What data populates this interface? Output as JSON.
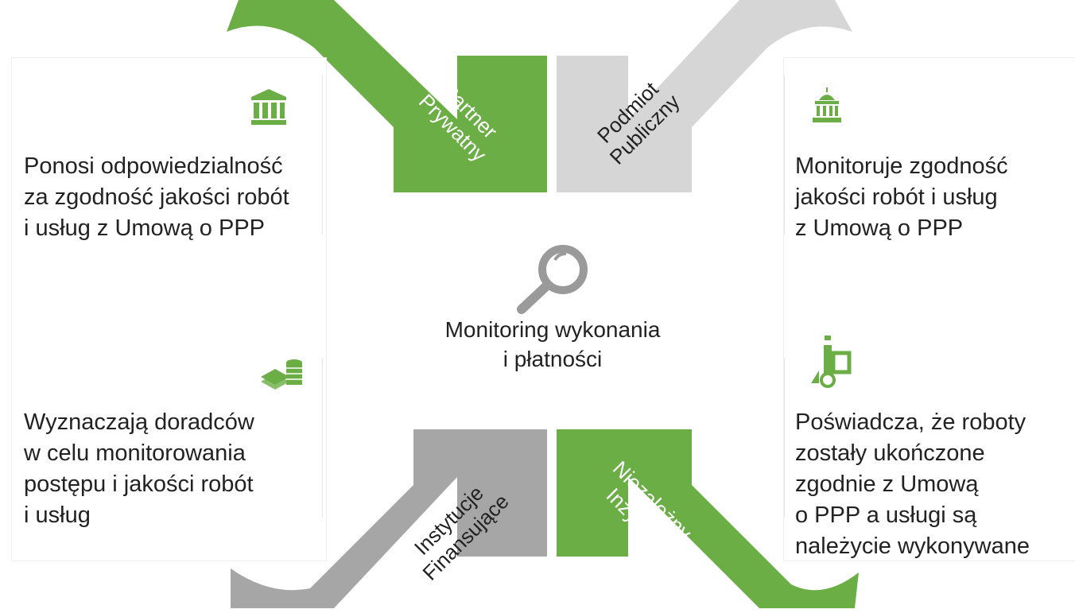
{
  "arrows": {
    "top_left": {
      "label": "Partner\nPrywatny",
      "color": "#6aae45"
    },
    "top_right": {
      "label": "Podmiot\nPubliczny",
      "color": "#d6d6d6"
    },
    "bottom_left": {
      "label": "Instytucje\nFinansujące",
      "color": "#a6a6a6"
    },
    "bottom_right": {
      "label": "Niezależny\nInżynier",
      "color": "#6aae45"
    }
  },
  "center": {
    "icon": "magnifier-icon",
    "text": "Monitoring wykonania\ni płatności"
  },
  "quadrants": {
    "top_left": {
      "icon": "bank-icon",
      "text": "Ponosi odpowiedzialność\nza zgodność jakości robót\ni usług z Umową o PPP"
    },
    "top_right": {
      "icon": "government-building-icon",
      "text": "Monitoruje zgodność\njakości robót i usług\nz Umową o PPP"
    },
    "bottom_left": {
      "icon": "money-stack-icon",
      "text": "Wyznaczają doradców\nw celu monitorowania\npostępu i jakości robót\ni usług"
    },
    "bottom_right": {
      "icon": "engineering-tools-icon",
      "text": "Poświadcza, że roboty\nzostały ukończone\nzgodnie z Umową\no PPP a usługi są\nnależycie wykonywane"
    }
  },
  "colors": {
    "accent_green": "#6aae45",
    "light_gray": "#d6d6d6",
    "mid_gray": "#a6a6a6",
    "icon_gray": "#8a8a8a"
  }
}
